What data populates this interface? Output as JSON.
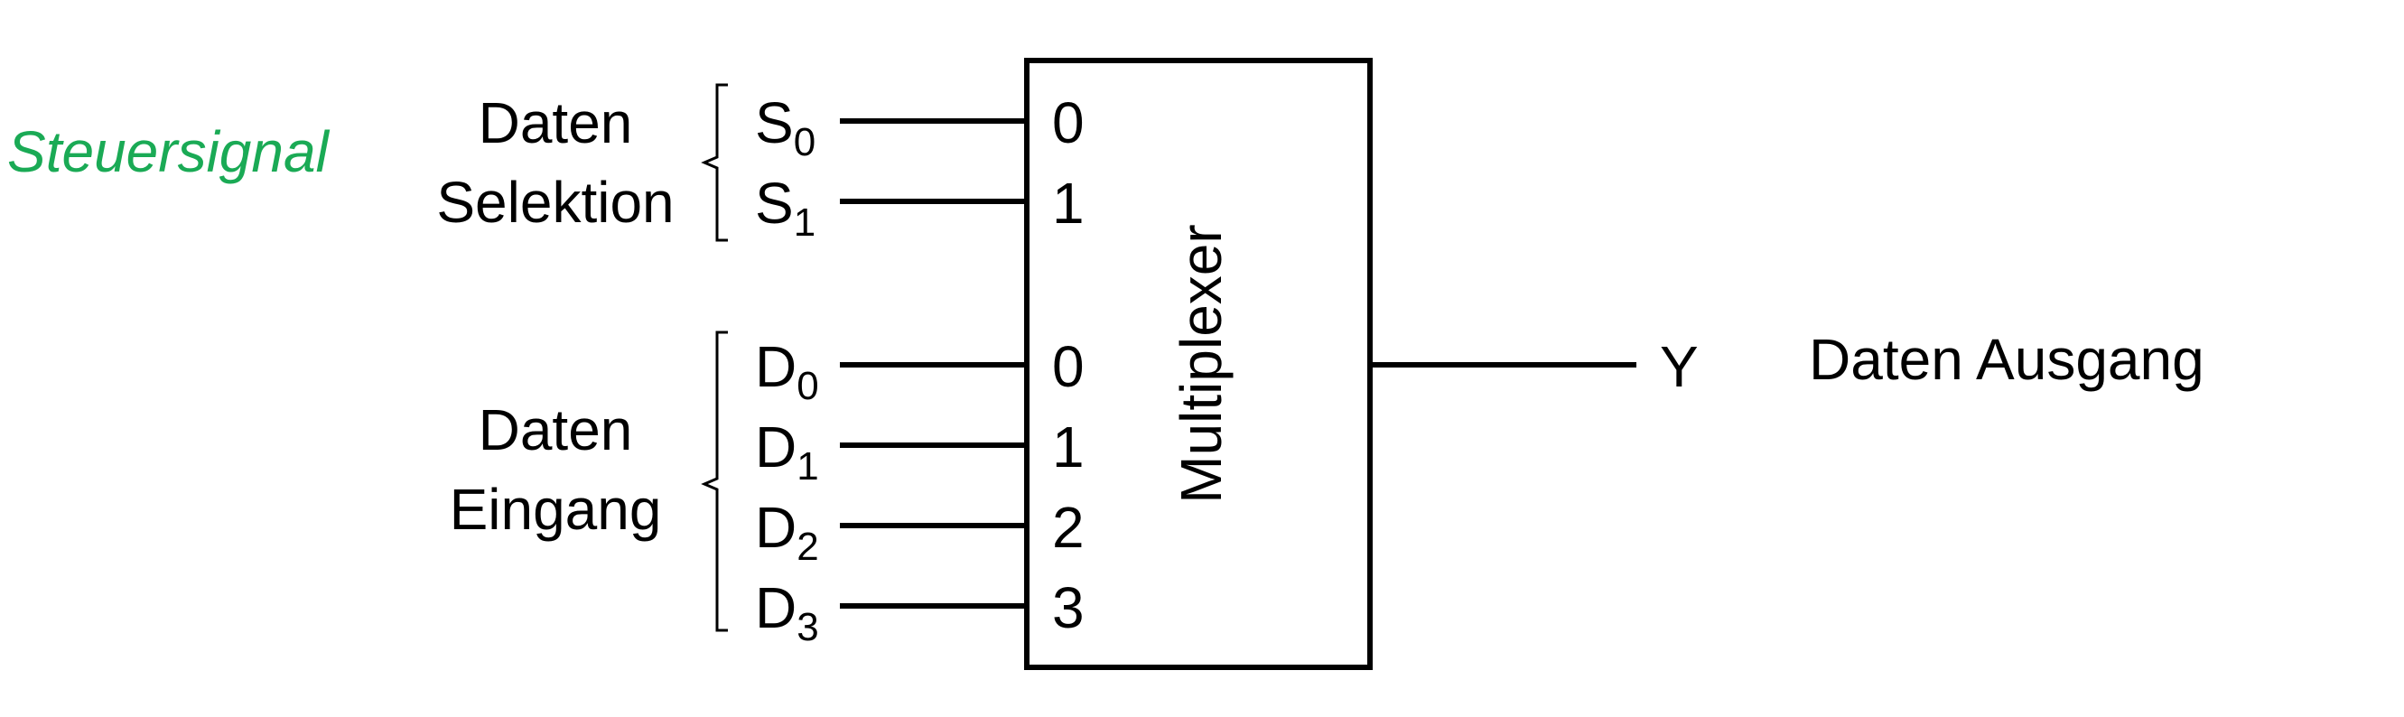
{
  "control_label": "Steuersignal",
  "selection_label": {
    "line1": "Daten",
    "line2": "Selektion"
  },
  "data_input_label": {
    "line1": "Daten",
    "line2": "Eingang"
  },
  "selection_inputs": [
    {
      "base": "S",
      "sub": "0",
      "port": "0"
    },
    {
      "base": "S",
      "sub": "1",
      "port": "1"
    }
  ],
  "data_inputs": [
    {
      "base": "D",
      "sub": "0",
      "port": "0"
    },
    {
      "base": "D",
      "sub": "1",
      "port": "1"
    },
    {
      "base": "D",
      "sub": "2",
      "port": "2"
    },
    {
      "base": "D",
      "sub": "3",
      "port": "3"
    }
  ],
  "block_label": "Multiplexer",
  "output_signal": "Y",
  "output_label": "Daten Ausgang",
  "colors": {
    "control_label": "#1aaa55",
    "lines": "#000000"
  }
}
